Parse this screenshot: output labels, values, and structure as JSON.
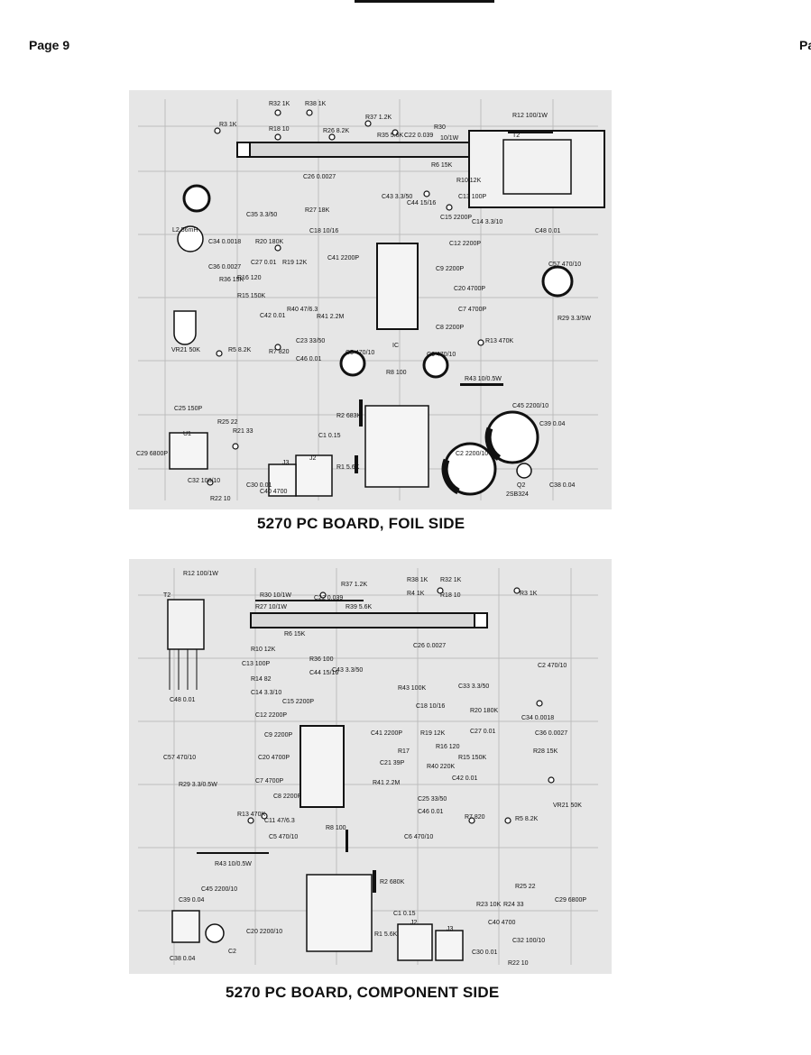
{
  "header": {
    "page_label": "Page 9",
    "next_page_partial": "Pa"
  },
  "boards": [
    {
      "caption": "5270 PC BOARD, FOIL SIDE",
      "labels": [
        "R32 1K",
        "R38 1K",
        "R37 1.2K",
        "R30",
        "R12 100/1W",
        "T2",
        "R18 10",
        "R26 8.2K",
        "R35 5.6K",
        "C22 0.039",
        "10/1W",
        "R3 1K",
        "R6 15K",
        "R10 12K",
        "C26 0.0027",
        "C13 100P",
        "C35 3.3/50",
        "C18 10/16",
        "R27 18K",
        "C43 3.3/50",
        "C44 15/16",
        "C15 2200P",
        "C14 3.3/10",
        "C48 0.01",
        "L2 56mH",
        "C34 0.0018",
        "C36 0.0027",
        "R20 180K",
        "C41 2200P",
        "C12 2200P",
        "C27 0.01",
        "R19 12K",
        "R36 15K",
        "R15 150K",
        "R16 120",
        "C57 470/10",
        "C9 2200P",
        "C20 4700P",
        "R29 3.3/5W",
        "C42 0.01",
        "R40 47/6.3",
        "R41 2.2M",
        "C7 4700P",
        "C8 2200P",
        "R13 470K",
        "VR21 50K",
        "R5 8.2K",
        "R7 820",
        "C23 33/50",
        "C46 0.01",
        "C5 470/10",
        "C6 470/10",
        "IC",
        "R8 100",
        "R43 10/0.5W",
        "C25 150P",
        "R2 683K",
        "C45 2200/10",
        "C39 0.04",
        "R25 22",
        "R21 33",
        "C29 6800P",
        "U1",
        "C1 0.15",
        "R1 5.6K",
        "J3",
        "J2",
        "C30 0.01",
        "C40 4700",
        "C32 100/10",
        "R22 10",
        "C2 2200/10",
        "Q2",
        "2SB324",
        "C38 0.04"
      ]
    },
    {
      "caption": "5270 PC BOARD, COMPONENT SIDE",
      "labels": [
        "R12 100/1W",
        "T2",
        "R30 10/1W",
        "R27 10/1W",
        "C22 0.039",
        "R37 1.2K",
        "R39 5.6K",
        "R38 1K",
        "R32 1K",
        "R4 1K",
        "R18 10",
        "R3 1K",
        "R6 15K",
        "C26 0.0027",
        "R10 12K",
        "C13 100P",
        "R36 100",
        "C43 3.3/50",
        "R14 82",
        "C14 3.3/10",
        "C44 15/16",
        "C2 470/10",
        "C48 0.01",
        "C15 2200P",
        "C12 2200P",
        "R43 100K",
        "C33 3.3/50",
        "C18 10/16",
        "R20 180K",
        "C34 0.0018",
        "C41 2200P",
        "R19 12K",
        "C27 0.01",
        "C36 0.0027",
        "R16 120",
        "R28 15K",
        "C9 2200P",
        "C20 4700P",
        "R17",
        "C21 39P",
        "R15 150K",
        "C57 470/10",
        "R29 3.3/0.5W",
        "C7 4700P",
        "C8 2200P",
        "R40 220K",
        "C42 0.01",
        "R13 470K",
        "C11 47/6.3",
        "C25 33/50",
        "VR21 50K",
        "R41 2.2M",
        "C46 0.01",
        "R7 820",
        "R5 8.2K",
        "C6 470/10",
        "R8 100",
        "C5 470/10",
        "R43 10/0.5W",
        "R2 680K",
        "R25 22",
        "C45 2200/10",
        "C29 6800P",
        "C39 0.04",
        "C1 0.15",
        "R23 10K",
        "R24 33",
        "C40 4700",
        "C30 0.01",
        "C32 100/10",
        "R1 5.6K",
        "J2",
        "J3",
        "C20 2200/10",
        "C2",
        "C38 0.04",
        "R22 10"
      ]
    }
  ]
}
